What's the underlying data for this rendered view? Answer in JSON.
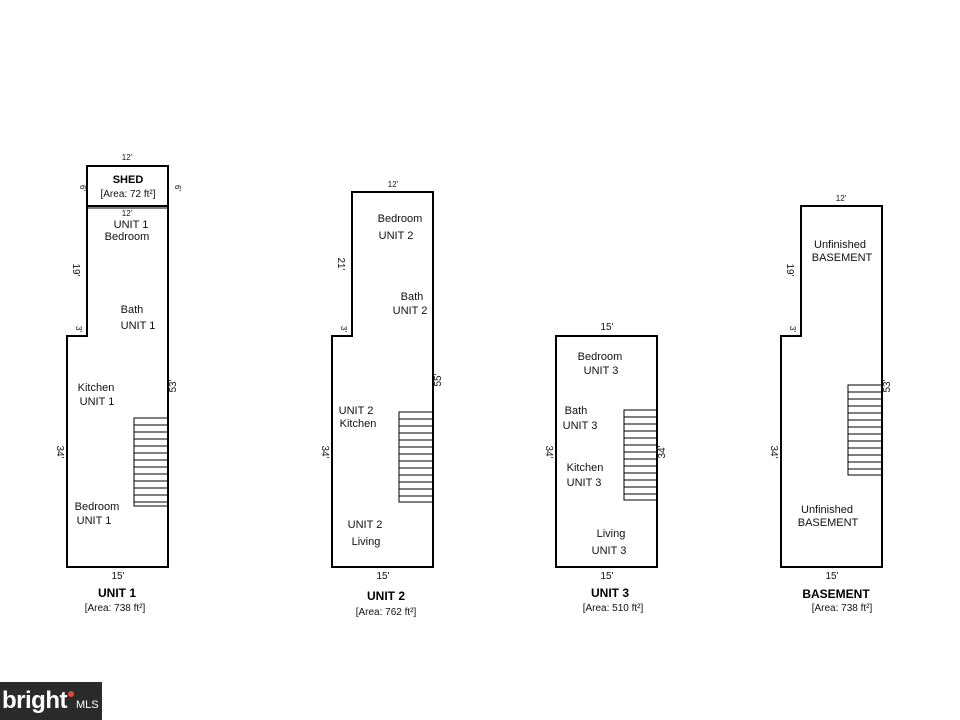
{
  "plans": {
    "unit1": {
      "title": "UNIT 1",
      "area": "[Area: 738 ft²]",
      "shed_title": "SHED",
      "shed_area": "[Area: 72 ft²]",
      "dims": {
        "shed_top": "12'",
        "shed_left": "6'",
        "shed_right": "6'",
        "upper_top": "12'",
        "upper_left": "19'",
        "step": "3'",
        "right": "53'",
        "lower_left": "34'",
        "bottom": "15'"
      },
      "rooms": {
        "bedroom_top_1": "UNIT 1",
        "bedroom_top_2": "Bedroom",
        "bath_1": "Bath",
        "bath_2": "UNIT 1",
        "kitchen_1": "Kitchen",
        "kitchen_2": "UNIT 1",
        "bedroom_bottom_1": "Bedroom",
        "bedroom_bottom_2": "UNIT 1"
      }
    },
    "unit2": {
      "title": "UNIT 2",
      "area": "[Area: 762 ft²]",
      "dims": {
        "top": "12'",
        "upper_left": "21'",
        "step": "3'",
        "right": "55'",
        "lower_left": "34'",
        "bottom": "15'"
      },
      "rooms": {
        "bedroom_1": "Bedroom",
        "bedroom_2": "UNIT 2",
        "bath_1": "Bath",
        "bath_2": "UNIT 2",
        "kitchen_1": "UNIT 2",
        "kitchen_2": "Kitchen",
        "living_1": "UNIT 2",
        "living_2": "Living"
      }
    },
    "unit3": {
      "title": "UNIT 3",
      "area": "[Area: 510 ft²]",
      "dims": {
        "top": "15'",
        "left": "34'",
        "right": "34'",
        "bottom": "15'"
      },
      "rooms": {
        "bedroom_1": "Bedroom",
        "bedroom_2": "UNIT 3",
        "bath_1": "Bath",
        "bath_2": "UNIT 3",
        "kitchen_1": "Kitchen",
        "kitchen_2": "UNIT 3",
        "living_1": "Living",
        "living_2": "UNIT 3"
      }
    },
    "basement": {
      "title": "BASEMENT",
      "area": "[Area: 738 ft²]",
      "dims": {
        "top": "12'",
        "upper_left": "19'",
        "step": "3'",
        "right": "53'",
        "lower_left": "34'",
        "bottom": "15'"
      },
      "rooms": {
        "top_1": "Unfinished",
        "top_2": "BASEMENT",
        "bottom_1": "Unfinished",
        "bottom_2": "BASEMENT"
      }
    }
  },
  "watermark": {
    "brand": "bright",
    "suffix": "MLS"
  }
}
